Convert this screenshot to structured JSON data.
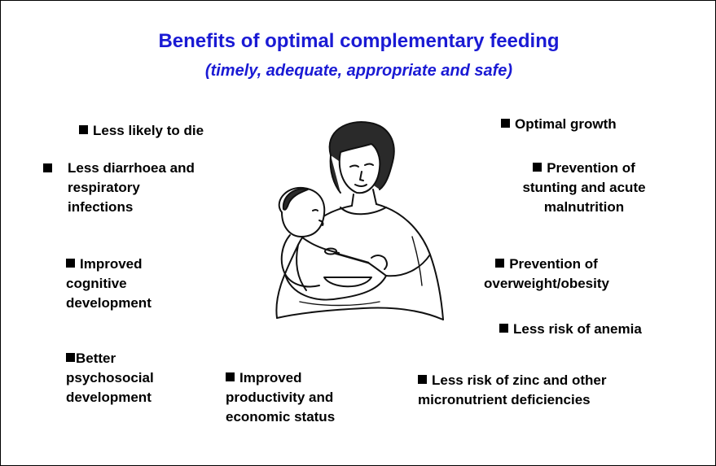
{
  "title": "Benefits of optimal complementary feeding",
  "subtitle": "(timely, adequate, appropriate and safe)",
  "benefits_left": {
    "die": "Less likely to die",
    "diarrhoea": [
      "Less diarrhoea and",
      "respiratory",
      "infections"
    ],
    "cognitive": [
      "Improved",
      "cognitive",
      "development"
    ],
    "psychosocial": [
      "Better",
      "psychosocial",
      "development"
    ]
  },
  "benefits_bottom": {
    "productivity": [
      "Improved",
      "productivity and",
      "economic status"
    ],
    "zinc": [
      "Less risk of zinc and other",
      "micronutrient deficiencies"
    ]
  },
  "benefits_right": {
    "growth": "Optimal growth",
    "stunting": [
      "Prevention of",
      "stunting and acute",
      "malnutrition"
    ],
    "overweight": [
      "Prevention of",
      "overweight/obesity"
    ],
    "anemia": "Less risk of anemia"
  },
  "illustration_icon": "mother-feeding-child-drawing"
}
